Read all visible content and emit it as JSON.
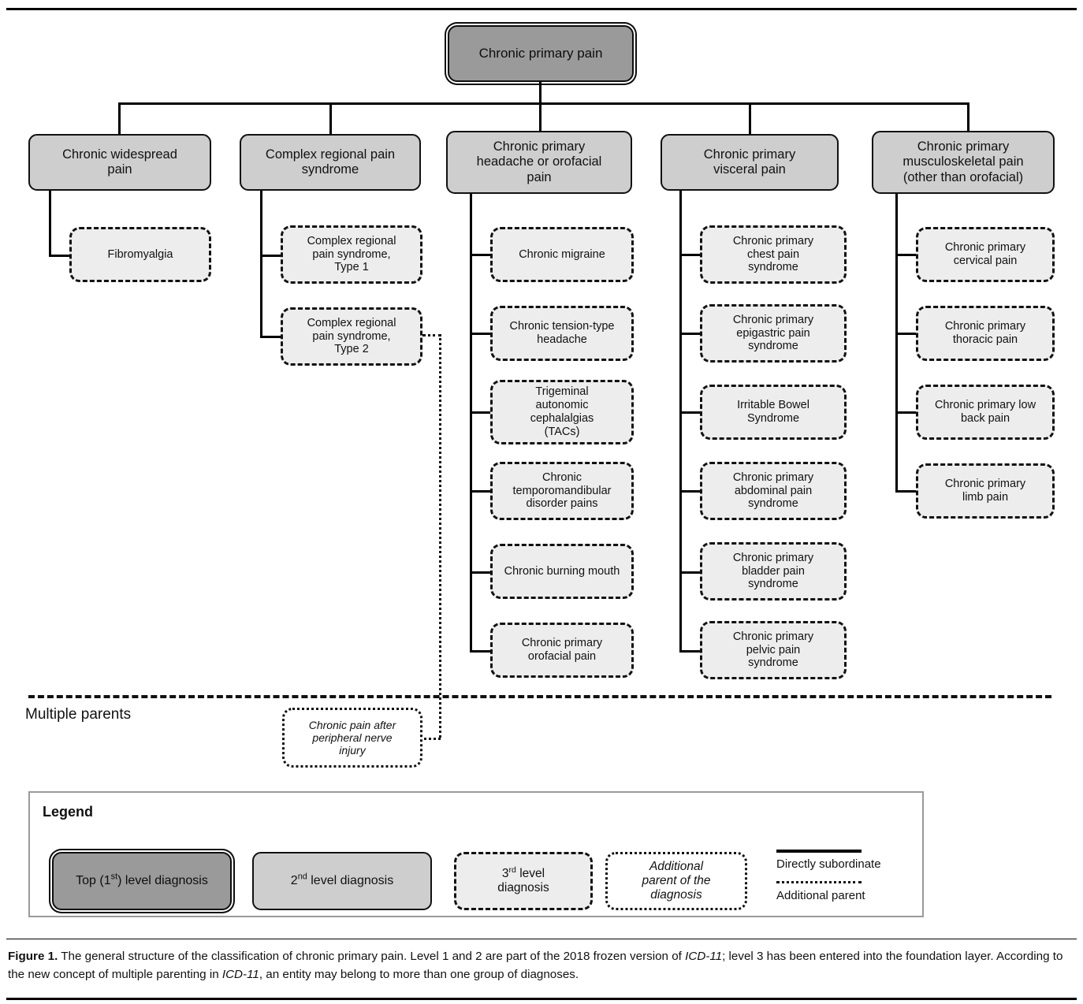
{
  "figure": {
    "top_node": {
      "label": "Chronic primary pain",
      "level": 1
    },
    "level2": [
      {
        "id": "cwp",
        "label": "Chronic widespread\npain"
      },
      {
        "id": "crps",
        "label": "Complex regional pain\nsyndrome"
      },
      {
        "id": "head",
        "label": "Chronic primary\nheadache or orofacial\npain"
      },
      {
        "id": "visc",
        "label": "Chronic primary\nvisceral pain"
      },
      {
        "id": "musc",
        "label": "Chronic primary\nmusculoskeletal pain\n(other than orofacial)"
      }
    ],
    "level3": {
      "cwp": [
        "Fibromyalgia"
      ],
      "crps": [
        "Complex regional\npain syndrome,\nType 1",
        "Complex regional\npain syndrome,\nType 2"
      ],
      "head": [
        "Chronic migraine",
        "Chronic tension-type\nheadache",
        "Trigeminal\nautonomic\ncephalalgias\n(TACs)",
        "Chronic\ntemporomandibular\ndisorder pains",
        "Chronic burning mouth",
        "Chronic primary\norofacial pain"
      ],
      "visc": [
        "Chronic primary\nchest pain\nsyndrome",
        "Chronic primary\nepigastric pain\nsyndrome",
        "Irritable Bowel\nSyndrome",
        "Chronic primary\nabdominal pain\nsyndrome",
        "Chronic primary\nbladder pain\nsyndrome",
        "Chronic primary\npelvic pain\nsyndrome"
      ],
      "musc": [
        "Chronic primary\ncervical pain",
        "Chronic primary\nthoracic pain",
        "Chronic primary low\nback pain",
        "Chronic primary\nlimb pain"
      ]
    },
    "multiple_parents": {
      "section_label": "Multiple parents",
      "node_label": "Chronic pain after\nperipheral nerve\ninjury"
    }
  },
  "legend": {
    "title": "Legend",
    "items": [
      {
        "key": "lvl1",
        "label_html": "Top (1<sup>st</sup>)  level diagnosis"
      },
      {
        "key": "lvl2",
        "label_html": "2<sup>nd</sup> level diagnosis"
      },
      {
        "key": "lvl3",
        "label_html": "3<sup>rd</sup> level<br>diagnosis"
      },
      {
        "key": "addparent",
        "label_html": "Additional<br>parent of the<br>diagnosis"
      }
    ],
    "line_keys": {
      "solid_label": "Directly subordinate",
      "dotted_label": "Additional parent"
    }
  },
  "caption": {
    "prefix": "Figure 1.",
    "text_html": " The general structure of the classification of chronic primary pain. Level 1 and 2 are part of the 2018 frozen version of <i>ICD-11</i>; level 3 has been entered into the foundation layer. According to the new concept of multiple parenting in <i>ICD-11</i>, an entity may belong to more than one group of diagnoses."
  },
  "colors": {
    "level1_fill": "#9a9a9a",
    "level2_fill": "#cecece",
    "level3_fill": "#ededed",
    "addparent_fill": "#ffffff",
    "stroke": "#111111",
    "legend_frame": "#9a9a9a"
  }
}
